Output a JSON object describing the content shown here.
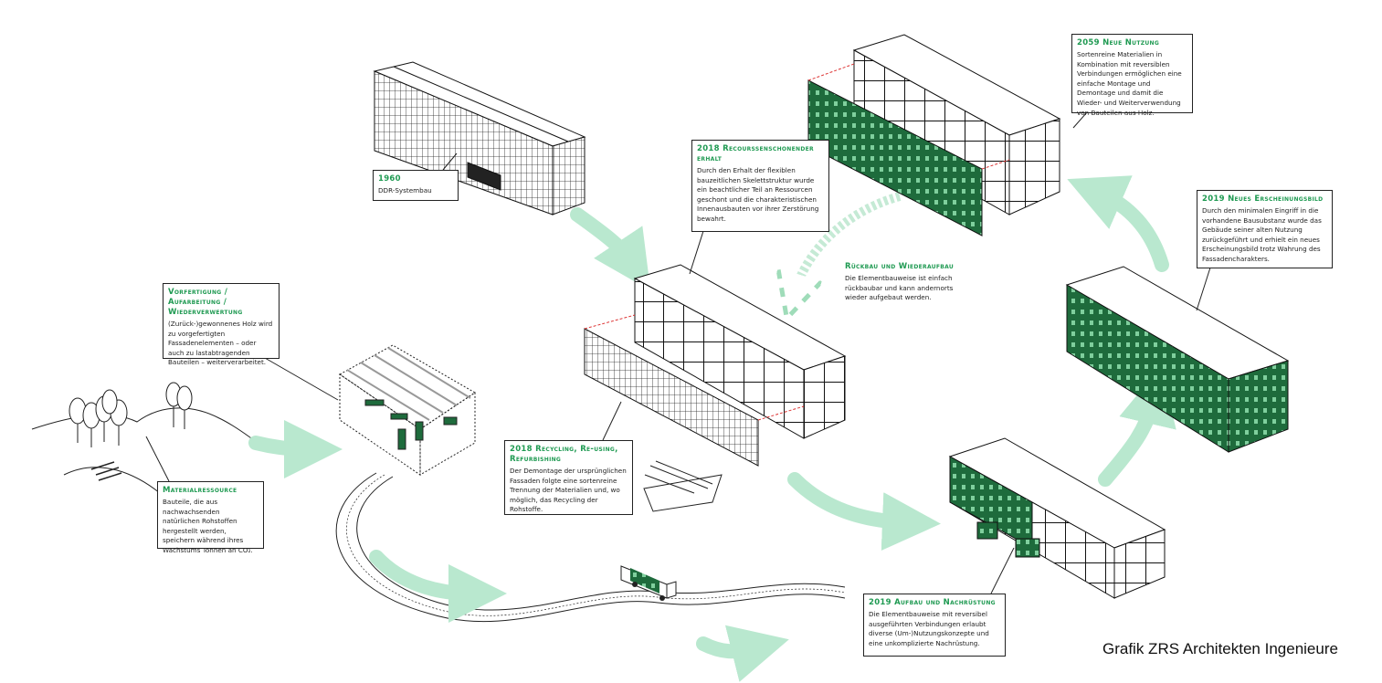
{
  "colors": {
    "accent_green": "#1f9a52",
    "arrow_green": "#b9e8cf",
    "facade_green": "#1e6b3c",
    "dashed_red": "#d33"
  },
  "boxes": {
    "b1960": {
      "title": "1960",
      "text": "DDR-Systembau"
    },
    "b2018_erhalt": {
      "title": "2018 Recourssenschonender erhalt",
      "text": "Durch den Erhalt der flexiblen bauzeitlichen Skelettstruktur wurde ein beachtlicher Teil an Ressourcen geschont und die charakteristischen Innenausbauten vor ihrer Zerstörung bewahrt."
    },
    "b2059": {
      "title": "2059 Neue Nutzung",
      "text": "Sortenreine Materialien in Kombination mit reversiblen Verbindungen ermöglichen eine einfache Montage und Demontage und damit die Wieder- und Weiterverwendung von Bauteilen aus Holz."
    },
    "b2019_bild": {
      "title": "2019 Neues Erscheinungsbild",
      "text": "Durch den minimalen Eingriff in die vorhandene Bausubstanz wurde das Gebäude seiner alten Nutzung zurückgeführt und erhielt ein neues Erscheinungsbild trotz Wahrung des Fassadencharakters."
    },
    "rueckbau": {
      "title": "Rückbau und Wiederaufbau",
      "text": "Die Elementbauweise ist einfach rückbaubar und kann andernorts wieder aufgebaut werden."
    },
    "vorfertigung": {
      "title": "Vorfertigung / Aufarbeitung / Wiederverwertung",
      "text": "(Zurück-)gewonnenes Holz wird zu vorgefertigten Fassadenelementen – oder auch zu lastabtragenden Bauteilen – weiterverarbeitet."
    },
    "recycling": {
      "title": "2018 Recycling, Re-using, Refurbishing",
      "text": "Der Demontage der ursprünglichen Fassaden folgte eine sortenreine Trennung der Materialien und, wo möglich, das Recycling der Rohstoffe."
    },
    "material": {
      "title": "Materialressource",
      "text": "Bauteile, die aus nachwachsenden natürlichen Rohstoffen hergestellt werden, speichern während ihres Wachstums Tonnen an CO₂."
    },
    "aufbau": {
      "title": "2019 Aufbau und Nachrüstung",
      "text": "Die Elementbauweise mit reversibel ausgeführten Verbindungen erlaubt diverse (Um-)Nutzungskonzepte und eine unkomplizierte Nachrüstung."
    }
  },
  "credit": "Grafik ZRS Architekten Ingenieure"
}
